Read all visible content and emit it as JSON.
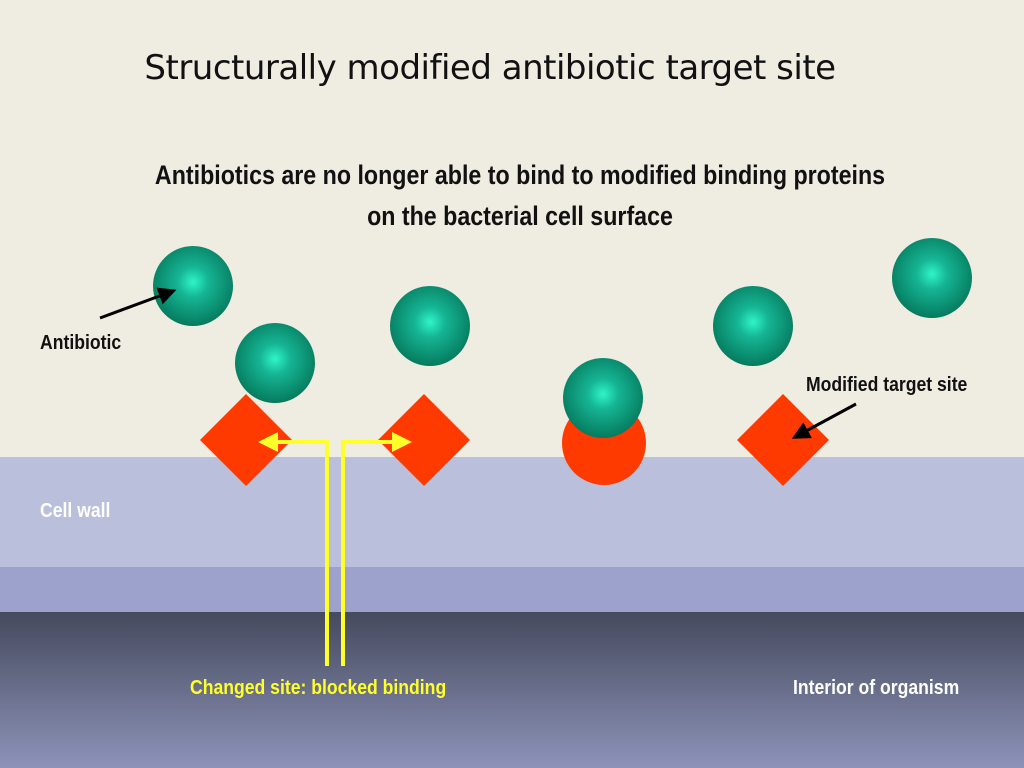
{
  "slide": {
    "title": "Structurally modified antibiotic target site",
    "subtitle_line1": "Antibiotics are no longer able to bind to modified binding proteins",
    "subtitle_line2": "on the bacterial cell surface"
  },
  "labels": {
    "antibiotic": "Antibiotic",
    "modified_target_site": "Modified target site",
    "cell_wall": "Cell wall",
    "changed_site": "Changed site: blocked binding",
    "interior": "Interior of organism"
  },
  "colors": {
    "antibiotic_sphere": "#13a88a",
    "target_site": "#ff3a00",
    "annotation_arrows": "#ffff2a",
    "cell_wall": "#babfdc",
    "interior": "#5a607a"
  }
}
